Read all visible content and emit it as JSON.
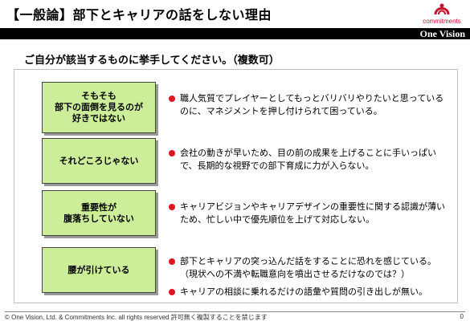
{
  "slide": {
    "title": "【一般論】部下とキャリアの話をしない理由",
    "logo_text": "commitments",
    "brand": "One Vision",
    "question": "ご自分が該当するものに挙手してください。（複数可）",
    "rows": [
      {
        "reason": "そもそも\n部下の面倒を見るのが\n好きではない",
        "bullets": [
          "職人気質でプレイヤーとしてもっとバリバリやりたいと思っているのに、マネジメントを押し付けられて困っている。"
        ]
      },
      {
        "reason": "それどころじゃない",
        "bullets": [
          "会社の動きが早いため、目の前の成果を上げることに手いっぱいで、長期的な視野での部下育成に力が入らない。"
        ]
      },
      {
        "reason": "重要性が\n腹落ちしていない",
        "bullets": [
          "キャリアビジョンやキャリアデザインの重要性に関する認識が薄いため、忙しい中で優先順位を上げて対応しない。"
        ]
      },
      {
        "reason": "腰が引けている",
        "bullets": [
          "部下とキャリアの突っ込んだ話をすることに恐れを感じている。\n（現状への不満や転職意向を噴出させるだけなのでは？）",
          "キャリアの相談に乗れるだけの語彙や質問の引き出しが無い。"
        ]
      }
    ],
    "footer": "© One Vision, Ltd. & Commitments Inc. all rights reserved  許可無く複製することを禁じます",
    "page_number": "0",
    "colors": {
      "box_fill": "#ccee99",
      "bullet": "#e0141e",
      "bar": "#000000",
      "logo": "#c8102e"
    }
  }
}
